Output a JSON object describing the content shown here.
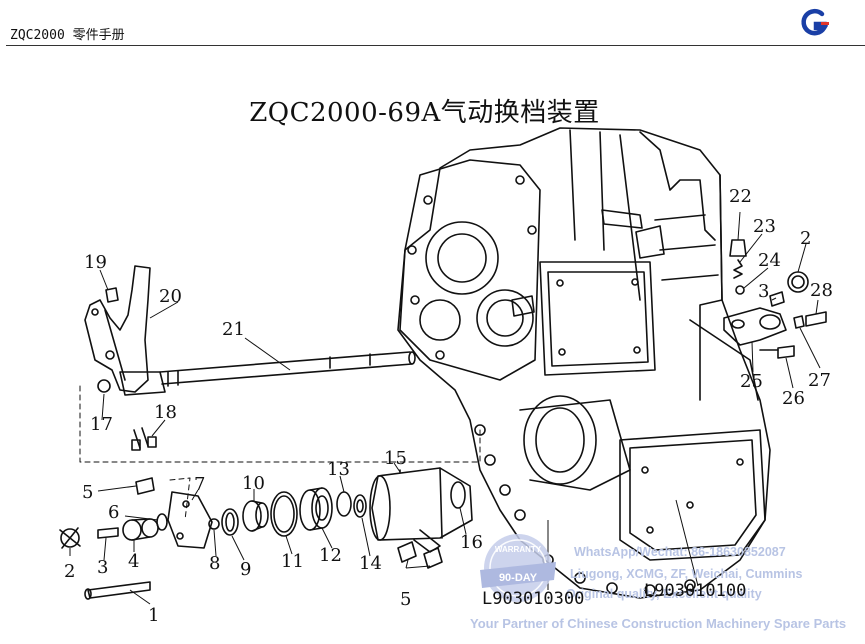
{
  "header": {
    "title": "ZQC2000 零件手册",
    "logo_color": "#1a3fa6",
    "logo_accent": "#e0342a"
  },
  "diagram": {
    "title": "ZQC2000-69A气动换档装置",
    "callouts": [
      "1",
      "2",
      "3",
      "4",
      "5",
      "6",
      "7",
      "8",
      "9",
      "10",
      "11",
      "12",
      "13",
      "14",
      "15",
      "16",
      "17",
      "18",
      "19",
      "20",
      "21",
      "22",
      "23",
      "24",
      "25",
      "26",
      "27",
      "28"
    ],
    "part_numbers": [
      "L903010300",
      "L903010100"
    ]
  },
  "watermark": {
    "line1": "WhatsApp/Wechat: 86-18630852087",
    "line2": "Liugong, XCMG, ZF, Weichai, Cummins",
    "line3": "Original quality, Excellent quality",
    "line4": "Your Partner of Chinese Construction Machinery Spare Parts",
    "stamp_top": "WARRANTY",
    "stamp_mid": "90-DAY",
    "color": "#b8c4e4"
  }
}
